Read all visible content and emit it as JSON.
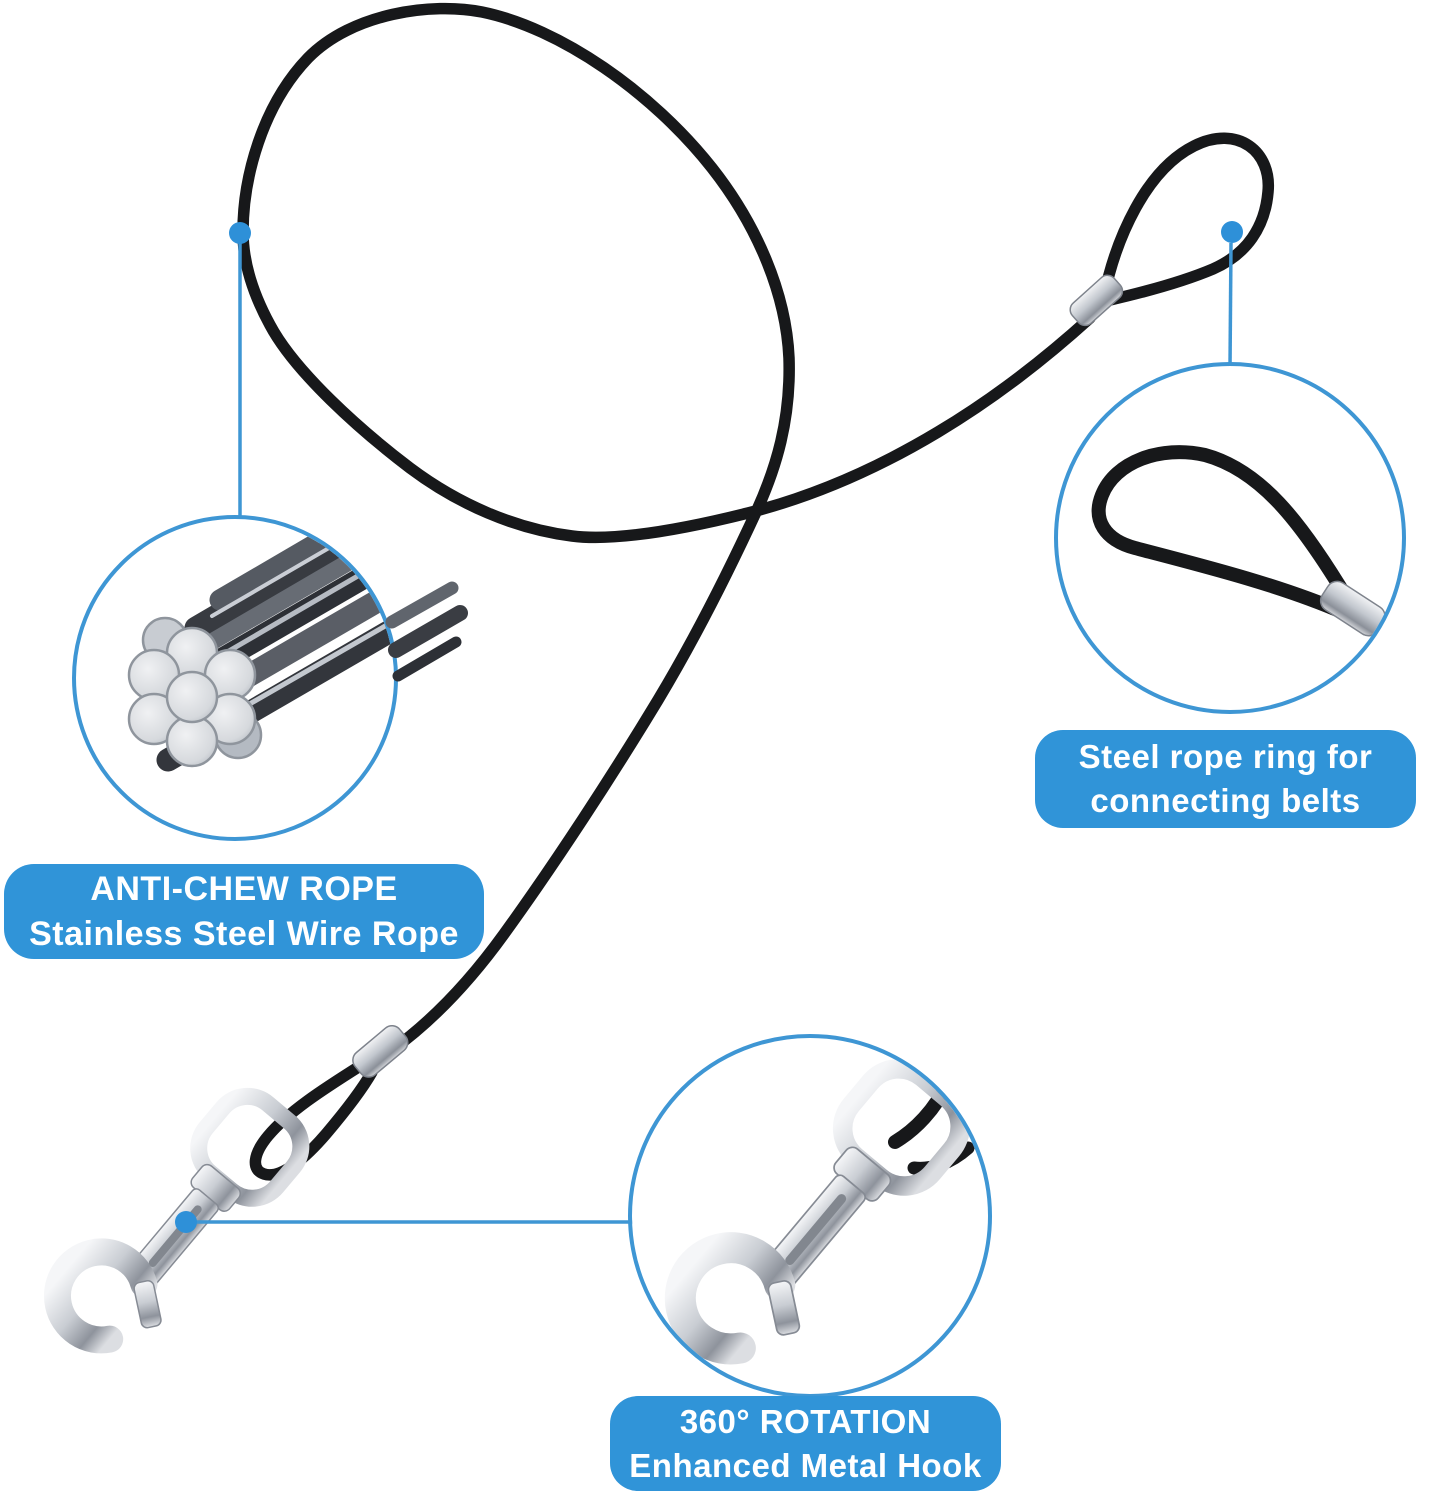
{
  "image_type": "product-callout-illustration",
  "product": "dog tie-out cable with swivel snap hook and loop ends",
  "background": "#ffffff",
  "colors": {
    "label_blue": "#3094d8",
    "callout_line_blue": "#3e96d4",
    "dot_blue": "#2e90d8",
    "cable_black": "#17181a",
    "metal_silver": "#c6cad1"
  },
  "callouts": {
    "rope": {
      "line1": "ANTI-CHEW ROPE",
      "line2": "Stainless Steel Wire Rope",
      "photo": "steel-wire-strands-closeup"
    },
    "ring": {
      "line1": "Steel rope ring for",
      "line2": "connecting belts",
      "photo": "cable-loop-with-crimp-closeup"
    },
    "hook": {
      "line1": "360° ROTATION",
      "line2": "Enhanced Metal Hook",
      "photo": "swivel-snap-hook-closeup"
    }
  }
}
